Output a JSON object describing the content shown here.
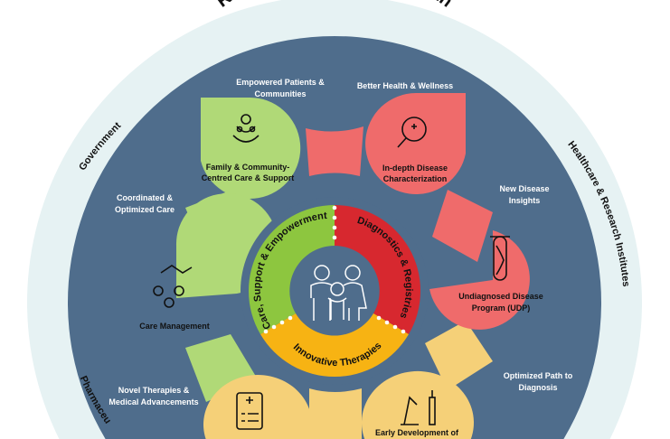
{
  "title": "Rare Lives, Shared Strength",
  "outer_ring": [
    "Government",
    "Healthcare & Research Institutes",
    "Pharmaceu"
  ],
  "core": {
    "center_icon": "family-icon",
    "segments": [
      {
        "label": "Care, Support & Empowerment",
        "color": "#8dc63f"
      },
      {
        "label": "Diagnostics & Registries",
        "color": "#d7282f"
      },
      {
        "label": "Innovative Therapies",
        "color": "#f7b313"
      }
    ]
  },
  "petals": [
    {
      "label1": "Family & Community-",
      "label2": "Centred Care & Support",
      "icon": "family-care-icon",
      "color": "#b0d977"
    },
    {
      "label1": "In-depth Disease",
      "label2": "Characterization",
      "icon": "magnifier-icon",
      "color": "#ef6b6b"
    },
    {
      "label1": "Undiagnosed Disease",
      "label2": "Program (UDP)",
      "icon": "dna-tube-icon",
      "color": "#ef6b6b"
    },
    {
      "label1": "Care Management",
      "label2": "",
      "icon": "handshake-icon",
      "color": "#b0d977"
    },
    {
      "label1": "",
      "label2": "",
      "icon": "clipboard-icon",
      "color": "#f5d078"
    },
    {
      "label1": "Early Development of",
      "label2": "",
      "icon": "microscope-icon",
      "color": "#f5d078"
    }
  ],
  "outcomes": [
    {
      "line1": "Empowered Patients &",
      "line2": "Communities"
    },
    {
      "line1": "Better Health & Wellness",
      "line2": ""
    },
    {
      "line1": "New Disease",
      "line2": "Insights"
    },
    {
      "line1": "Coordinated &",
      "line2": "Optimized Care"
    },
    {
      "line1": "Novel Therapies &",
      "line2": "Medical Advancements"
    },
    {
      "line1": "Optimized Path to",
      "line2": "Diagnosis"
    }
  ],
  "colors": {
    "outer_ring": "#e6f2f3",
    "inner_field": "#4f6d8c"
  }
}
